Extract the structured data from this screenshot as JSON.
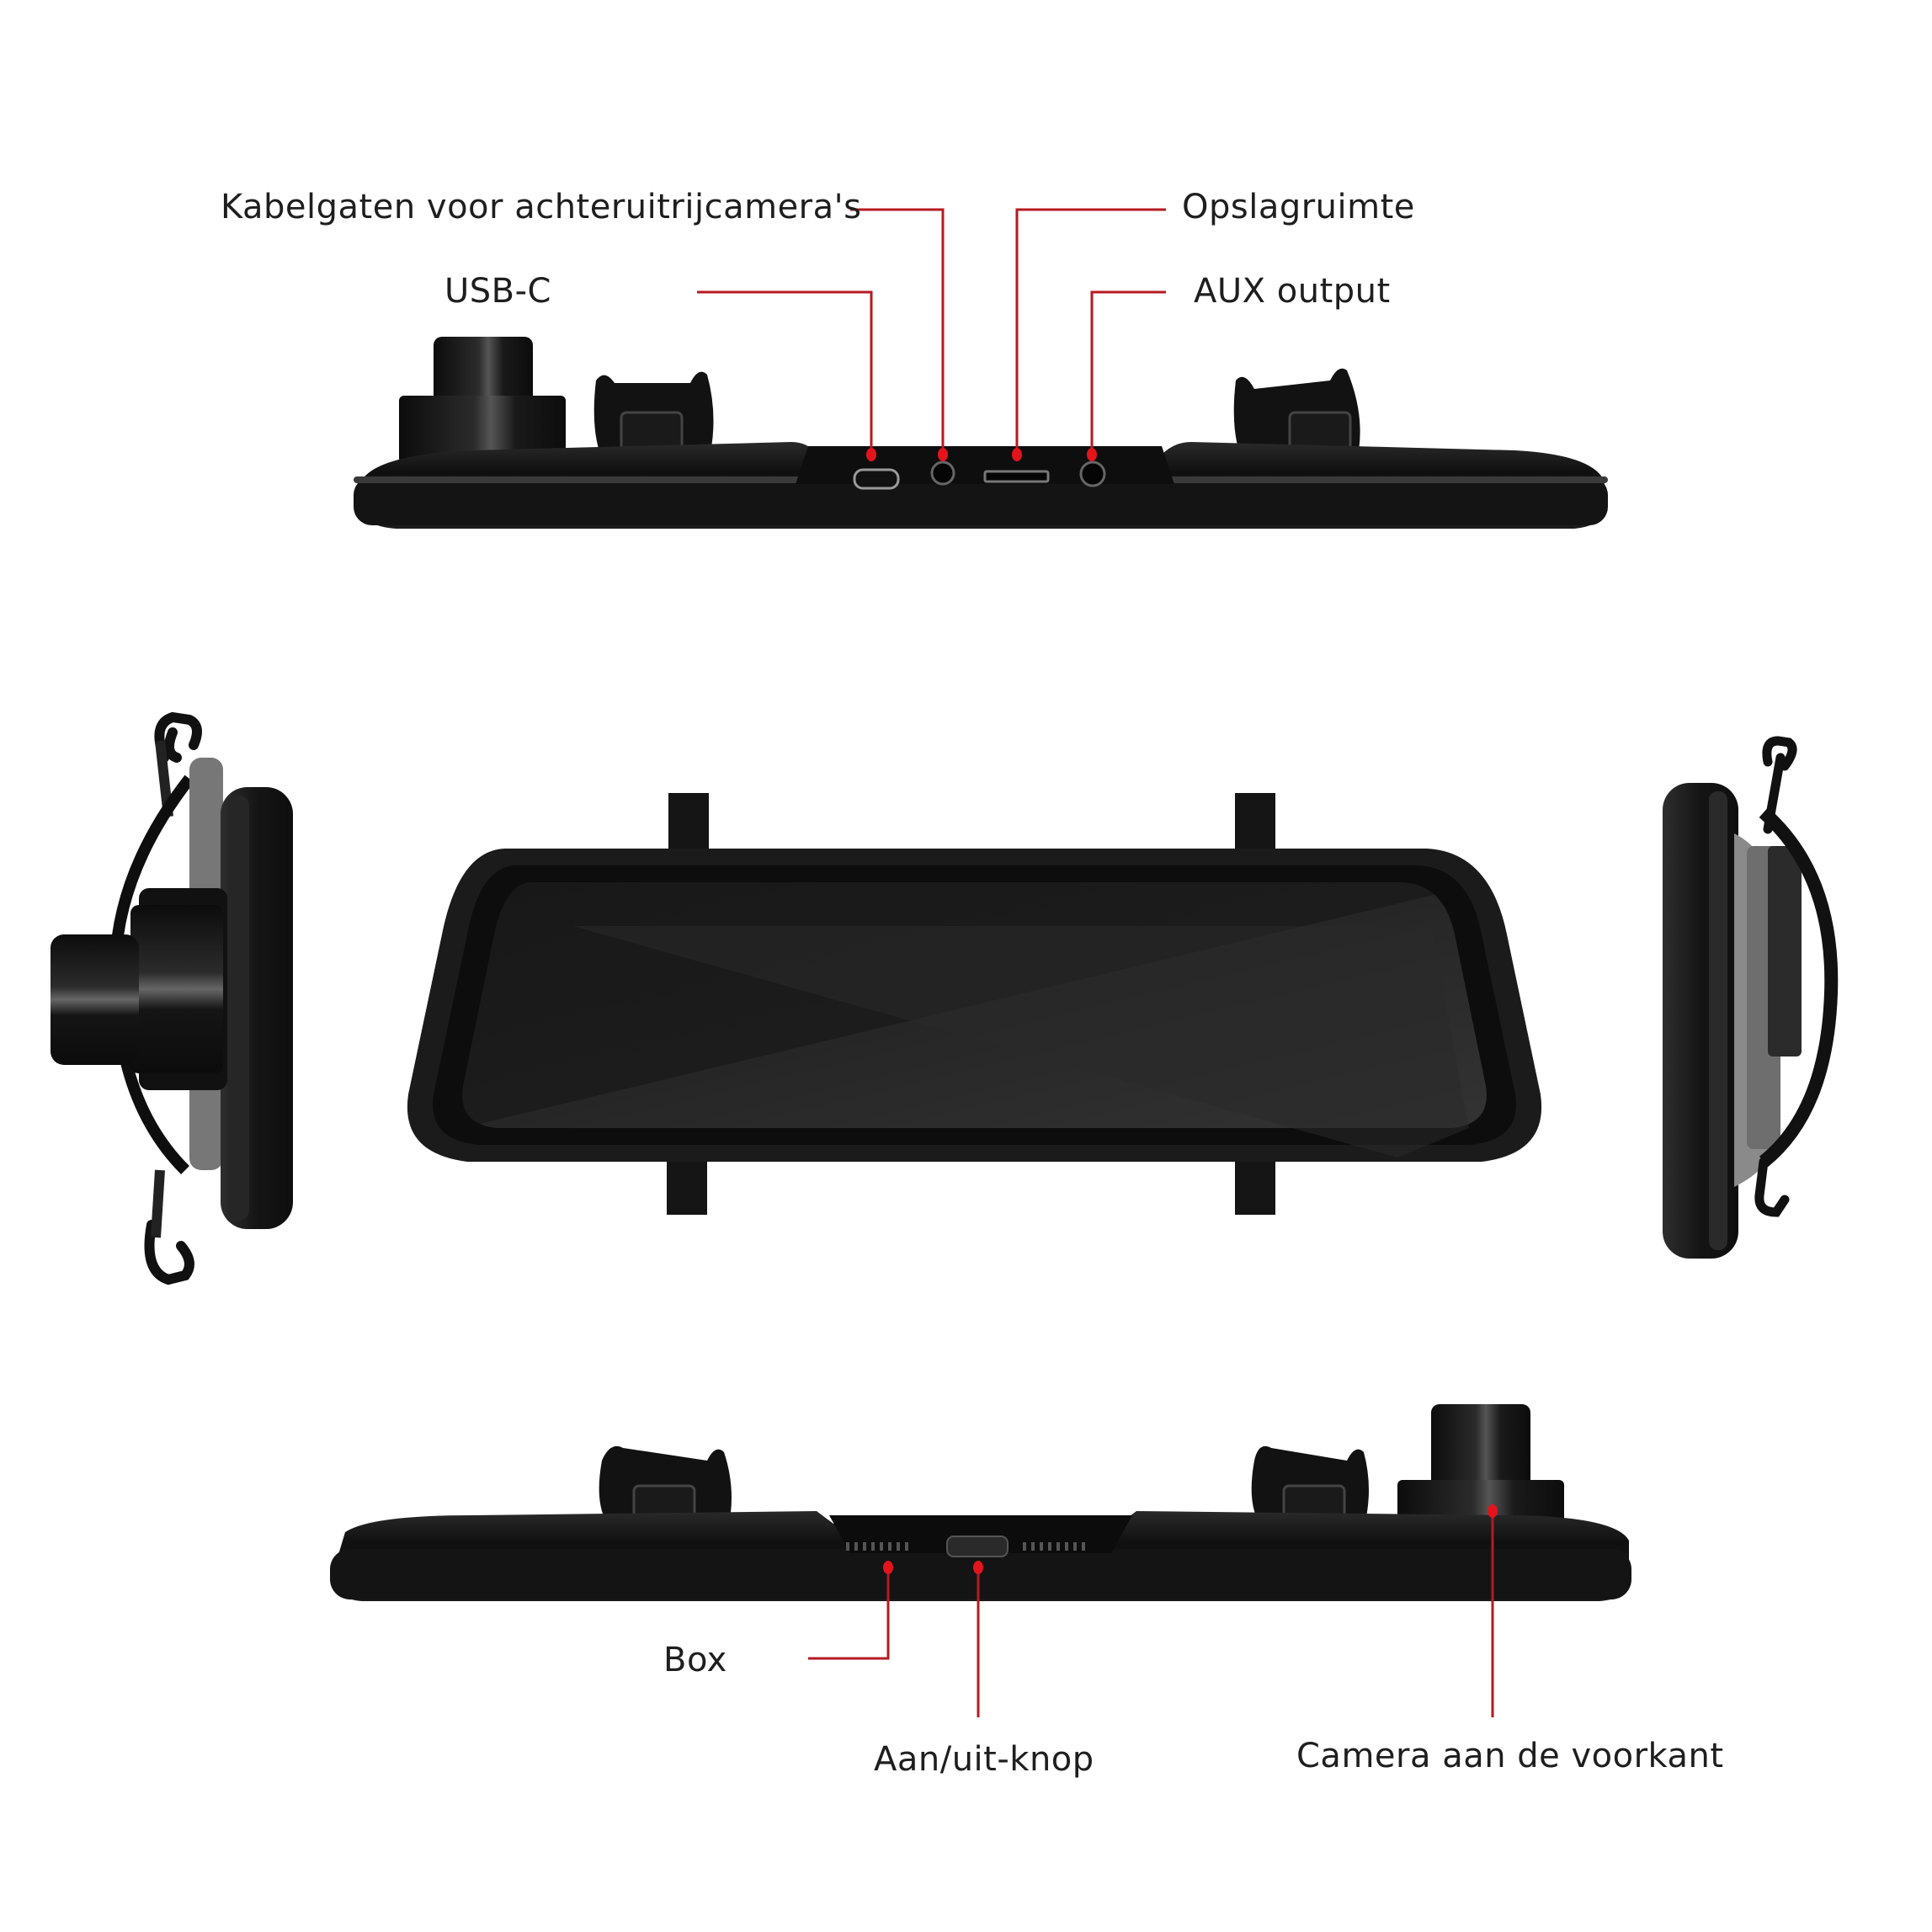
{
  "diagram": {
    "subject": "Spiegel-dashcam (rearview mirror dashcam) – product views with labeled ports",
    "accent_color": "#d0121b",
    "device_color": "#151515",
    "views": [
      {
        "name": "top-view",
        "description": "Top edge with ports"
      },
      {
        "name": "left-side-view",
        "description": "Left side with front camera and strap"
      },
      {
        "name": "front-view",
        "description": "Mirror screen"
      },
      {
        "name": "right-side-view",
        "description": "Right side with strap"
      },
      {
        "name": "bottom-view",
        "description": "Bottom edge with speaker and power button"
      }
    ],
    "top_labels": {
      "cable_holes": "Kabelgaten voor achteruitrijcamera's",
      "usb_c": "USB-C",
      "storage": "Opslagruimte",
      "aux": "AUX output"
    },
    "bottom_labels": {
      "speaker": "Box",
      "power": "Aan/uit-knop",
      "front_camera": "Camera aan de voorkant"
    }
  }
}
